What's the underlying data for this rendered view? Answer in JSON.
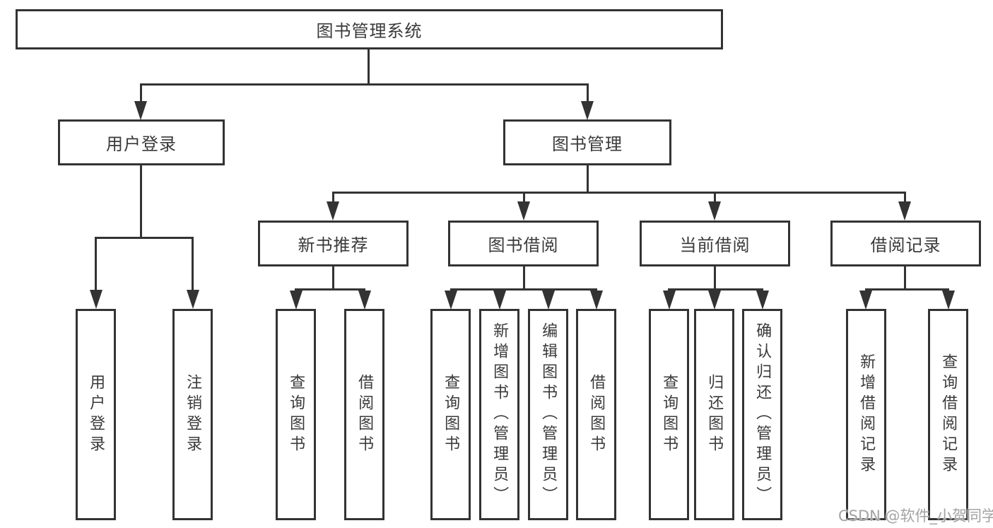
{
  "diagram_type": "tree",
  "colors": {
    "line": "#333333",
    "text": "#3a3a3a",
    "watermark_text": "#a3a3a3",
    "background": "#ffffff"
  },
  "root": {
    "label": "图书管理系统"
  },
  "level2": {
    "user_login": {
      "label": "用户登录",
      "parent": "图书管理系统"
    },
    "book_management": {
      "label": "图书管理",
      "parent": "图书管理系统"
    }
  },
  "level3": {
    "new_book_recommend": {
      "label": "新书推荐",
      "parent": "图书管理"
    },
    "book_borrowing": {
      "label": "图书借阅",
      "parent": "图书管理"
    },
    "current_borrowing": {
      "label": "当前借阅",
      "parent": "图书管理"
    },
    "borrowing_records": {
      "label": "借阅记录",
      "parent": "图书管理"
    }
  },
  "leaves": [
    {
      "label": "用户登录",
      "parent": "用户登录"
    },
    {
      "label": "注销登录",
      "parent": "用户登录"
    },
    {
      "label": "查询图书",
      "parent": "新书推荐"
    },
    {
      "label": "借阅图书",
      "parent": "新书推荐"
    },
    {
      "label": "查询图书",
      "parent": "图书借阅"
    },
    {
      "label": "新增图书（管理员）",
      "parent": "图书借阅"
    },
    {
      "label": "编辑图书（管理员）",
      "parent": "图书借阅"
    },
    {
      "label": "借阅图书",
      "parent": "图书借阅"
    },
    {
      "label": "查询图书",
      "parent": "当前借阅"
    },
    {
      "label": "归还图书",
      "parent": "当前借阅"
    },
    {
      "label": "确认归还（管理员）",
      "parent": "当前借阅"
    },
    {
      "label": "新增借阅记录",
      "parent": "借阅记录"
    },
    {
      "label": "查询借阅记录",
      "parent": "借阅记录"
    }
  ],
  "watermark": {
    "label": "CSDN @软件_小贺同学"
  }
}
